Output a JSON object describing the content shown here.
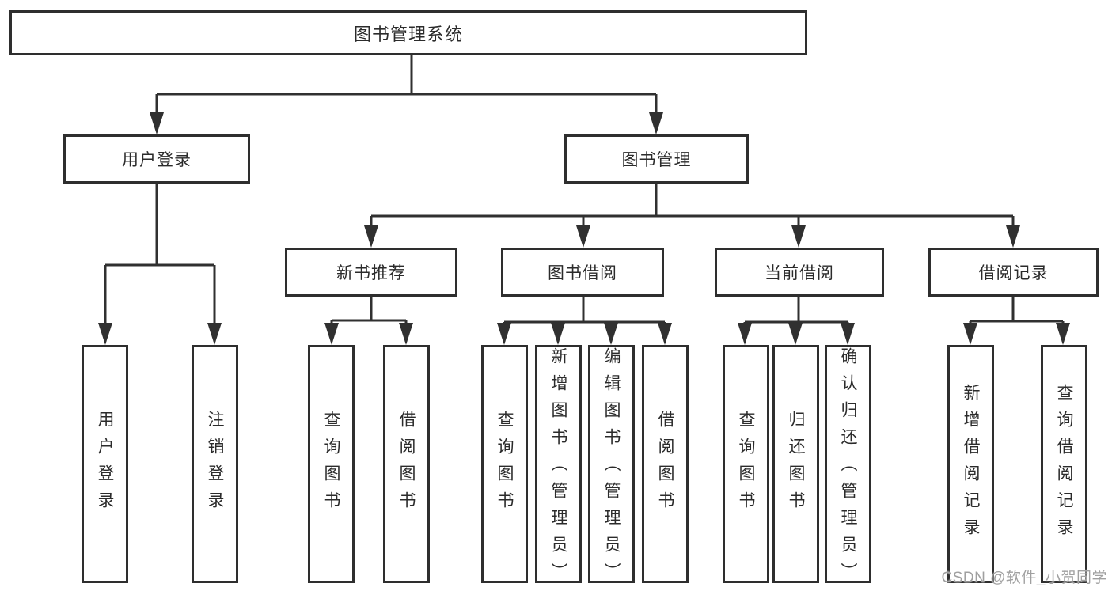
{
  "diagram": {
    "root": {
      "label": "图书管理系统"
    },
    "level2": {
      "user_login": {
        "label": "用户登录"
      },
      "book_mgmt": {
        "label": "图书管理"
      }
    },
    "level3": {
      "new_books": {
        "label": "新书推荐"
      },
      "book_borrow": {
        "label": "图书借阅"
      },
      "current_borrow": {
        "label": "当前借阅"
      },
      "borrow_records": {
        "label": "借阅记录"
      }
    },
    "leaves": {
      "user_login": [
        "用户登录",
        "注销登录"
      ],
      "new_books": [
        "查询图书",
        "借阅图书"
      ],
      "book_borrow": [
        "查询图书",
        "新增图书（管理员）",
        "编辑图书（管理员）",
        "借阅图书"
      ],
      "current_borrow": [
        "查询图书",
        "归还图书",
        "确认归还（管理员）"
      ],
      "borrow_records": [
        "新增借阅记录",
        "查询借阅记录"
      ]
    }
  },
  "watermark": {
    "text": "CSDN @软件_小贺同学"
  },
  "colors": {
    "line": "#303030",
    "border": "#2e2e2e",
    "text": "#2b2b2b",
    "watermark": "#a0a0a0",
    "background": "#ffffff"
  }
}
